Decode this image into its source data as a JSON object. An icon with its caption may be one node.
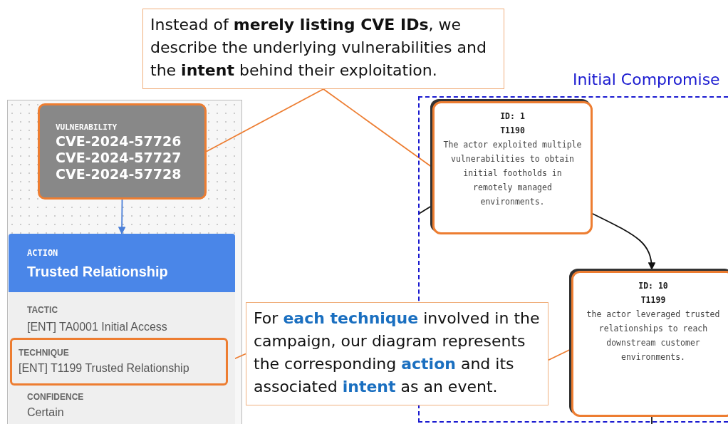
{
  "diagram": {
    "nodes": [
      {
        "text": [
          "Instead of **merely listing CVE IDs**, we describe the underlying vulnerabilities and the **intent** behind their exploitation."
        ]
      },
      {
        "text": [
          "VULNERABILITY",
          "CVE-2024-57726 CVE-2024-57727 CVE-2024-57728"
        ]
      },
      {
        "text": [
          "ACTION",
          "Trusted Relationship",
          "TACTIC",
          "[ENT] TA0001 Initial Access",
          "CONFIDENCE",
          "Certain"
        ]
      },
      {
        "text": [
          "TECHNIQUE",
          "[ENT] T1199 Trusted Relationship"
        ],
        "in": 2
      },
      {
        "text": [
          "For **each technique** involved in the campaign, our diagram represents the corresponding **action** and its associated **intent** as an event."
        ]
      },
      {
        "text": [
          "Initial Compromise"
        ]
      },
      {
        "text": [
          "ID: 1",
          "T1190",
          "The actor exploited multiple vulnerabilities to obtain initial footholds in remotely managed environments."
        ],
        "in": 5
      },
      {
        "text": [
          "ID: 10",
          "T1199",
          "the actor leveraged trusted relationships to reach downstream customer environments."
        ],
        "in": 5
      }
    ],
    "edges": [
      {
        "from": 1,
        "to": 2,
        "arrow": "to",
        "color": "#4a7fd8"
      },
      {
        "from": 0,
        "to": 1,
        "arrow": "none"
      },
      {
        "from": 0,
        "to": 6,
        "arrow": "none"
      },
      {
        "from": 4,
        "to": 3,
        "arrow": "none"
      },
      {
        "from": 4,
        "to": 7,
        "arrow": "none"
      },
      {
        "from": 6,
        "to": 7,
        "arrow": "to",
        "color": "#111111"
      },
      {
        "from": null,
        "to": 6,
        "arrow": "none",
        "color": "#111111"
      },
      {
        "from": 7,
        "to": null,
        "arrow": "none",
        "color": "#111111"
      }
    ]
  }
}
